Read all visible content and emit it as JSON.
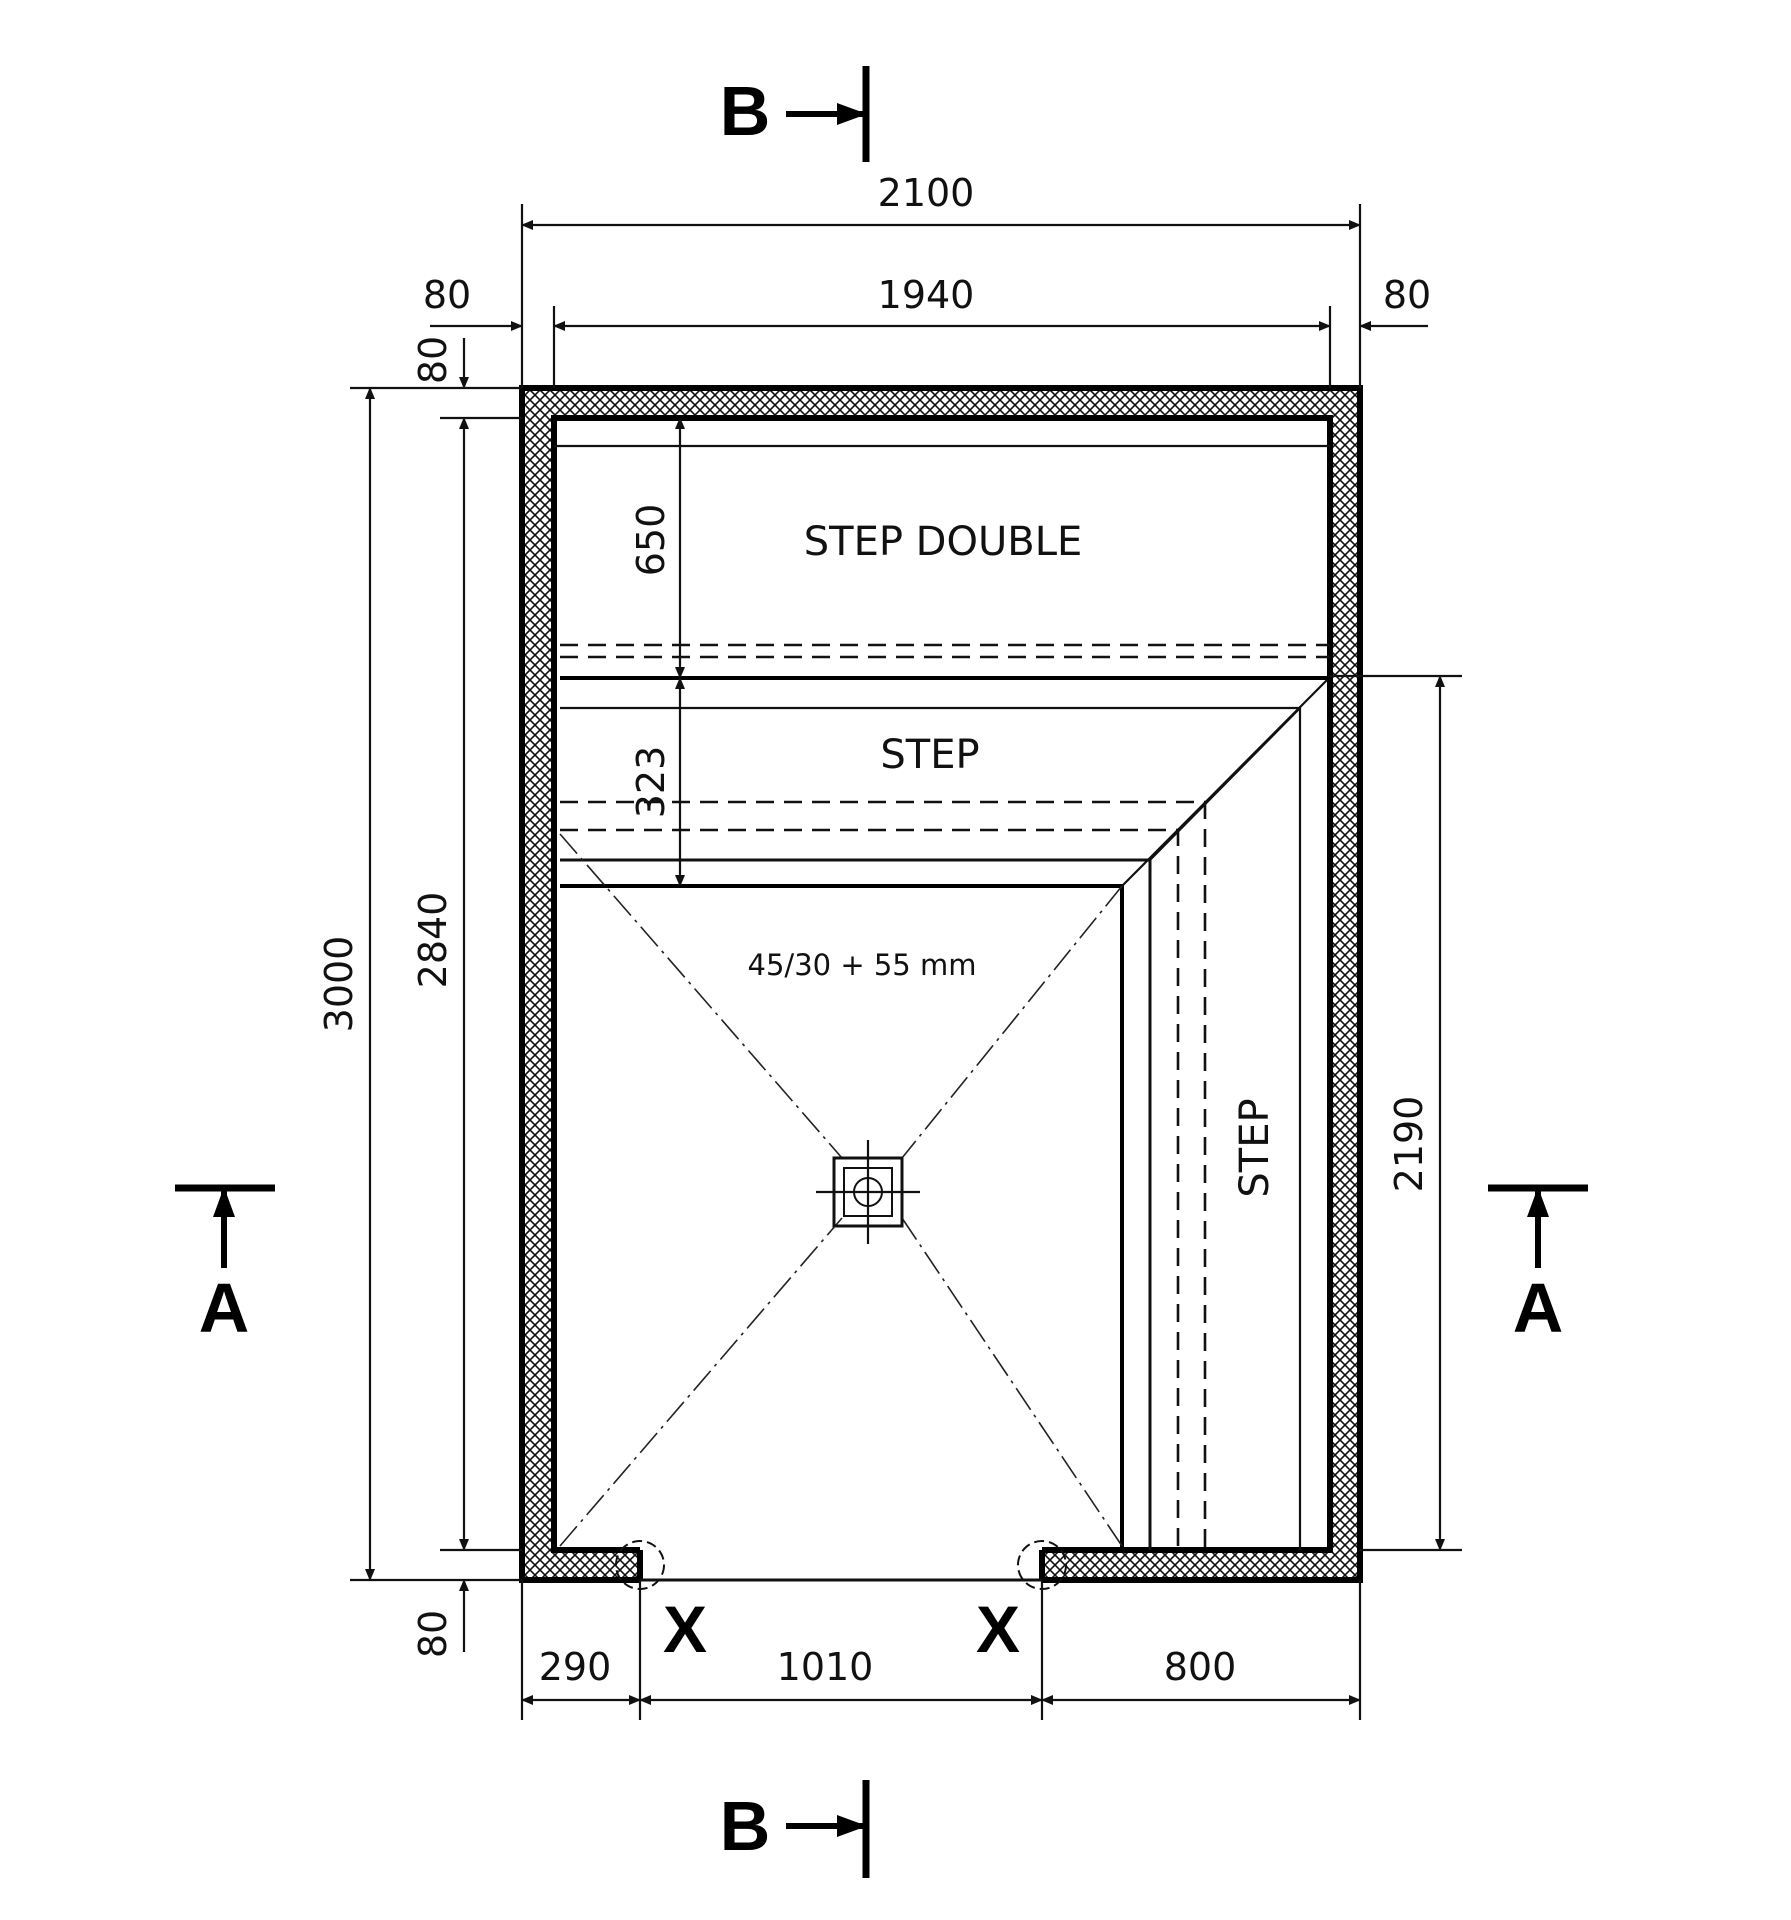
{
  "sections": {
    "a_left": "A",
    "a_right": "A",
    "b_top": "B",
    "b_bottom": "B"
  },
  "details": {
    "x_left": "X",
    "x_right": "X"
  },
  "dimensions": {
    "overall_width": "2100",
    "inner_width": "1940",
    "wall_left": "80",
    "wall_right": "80",
    "wall_top": "80",
    "wall_bottom": "80",
    "overall_depth": "3000",
    "inner_depth": "2840",
    "step_double_depth": "650",
    "step_depth": "323",
    "right_step_length": "2190",
    "bottom_left": "290",
    "bottom_opening": "1010",
    "bottom_right": "800"
  },
  "labels": {
    "step_double": "STEP  DOUBLE",
    "step_top": "STEP",
    "step_right": "STEP",
    "slope": "45/30 + 55 mm"
  }
}
